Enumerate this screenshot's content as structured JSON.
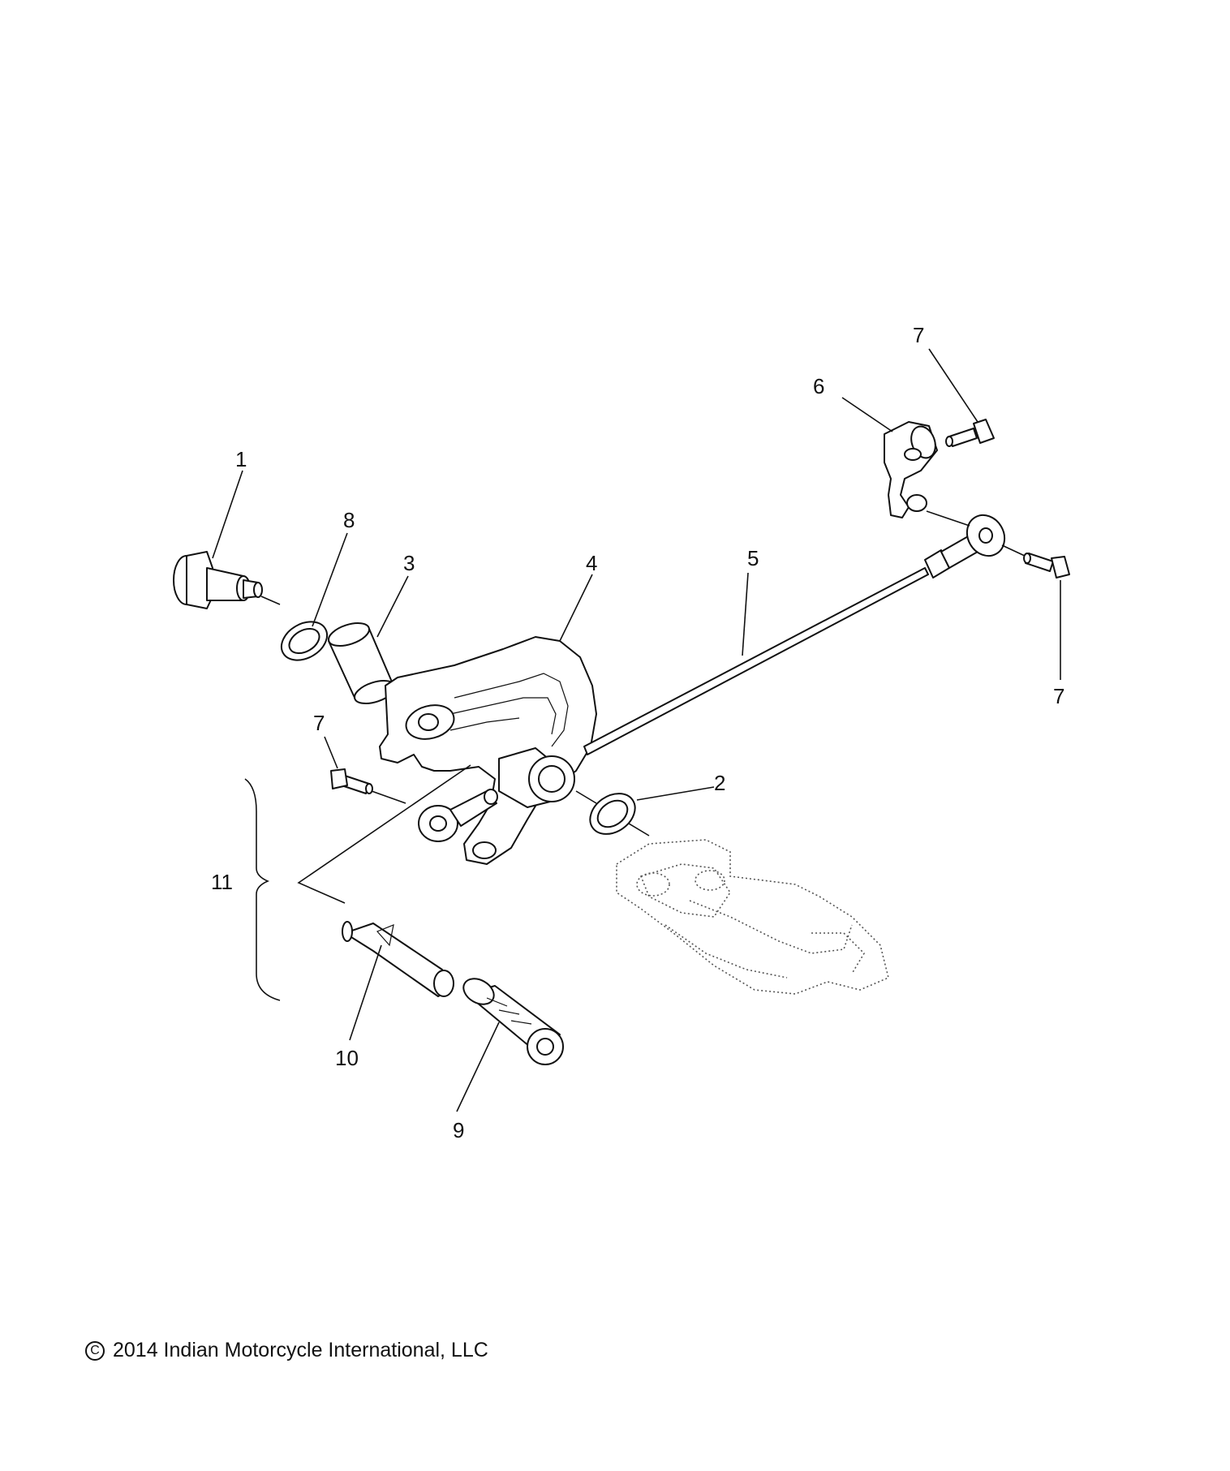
{
  "callouts": {
    "c1": "1",
    "c2": "2",
    "c3": "3",
    "c4": "4",
    "c5": "5",
    "c6": "6",
    "c7a": "7",
    "c7b": "7",
    "c7c": "7",
    "c8": "8",
    "c9": "9",
    "c10": "10",
    "c11": "11"
  },
  "copyright": {
    "symbol": "C",
    "text": "2014 Indian Motorcycle International, LLC"
  }
}
